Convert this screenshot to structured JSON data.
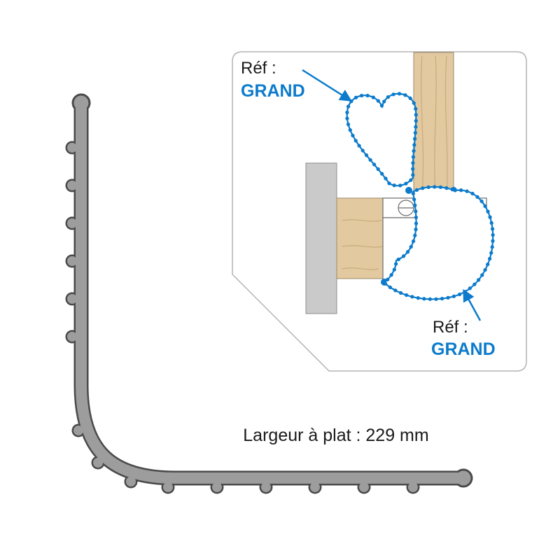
{
  "labels": {
    "ref_top_prefix": "Réf :",
    "ref_top_value": "GRAND",
    "ref_bottom_prefix": "Réf :",
    "ref_bottom_value": "GRAND",
    "dimension": "Largeur à plat : 229 mm"
  },
  "colors": {
    "seal_blue": "#0c7bcb",
    "profile_gray": "#9d9d9d",
    "profile_outline": "#4a4a4a",
    "wood_fill": "#e3c9a0",
    "wood_edge": "#9b8a68",
    "wood_grain": "#c8ab7c",
    "wall_gray": "#cacaca",
    "wall_edge": "#8c8c8c",
    "frame_edge": "#6b6b6b",
    "panel_border": "#b3b3b3",
    "text_dark": "#1a1a1a"
  }
}
